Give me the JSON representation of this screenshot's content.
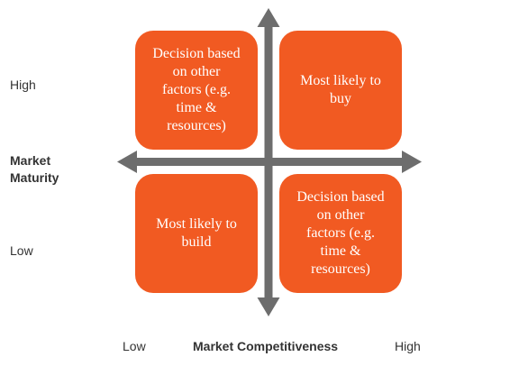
{
  "quadrants": {
    "top_left": "Decision based\non other\nfactors (e.g.\ntime &\nresources)",
    "top_right": "Most likely to\nbuy",
    "bottom_left": "Most likely to\nbuild",
    "bottom_right": "Decision based\non other\nfactors (e.g.\ntime &\nresources)"
  },
  "y_axis": {
    "title": "Market\nMaturity",
    "high": "High",
    "low": "Low"
  },
  "x_axis": {
    "title": "Market Competitiveness",
    "low": "Low",
    "high": "High"
  },
  "colors": {
    "quadrant_fill": "#f15a22",
    "axis": "#6d6d6d"
  }
}
